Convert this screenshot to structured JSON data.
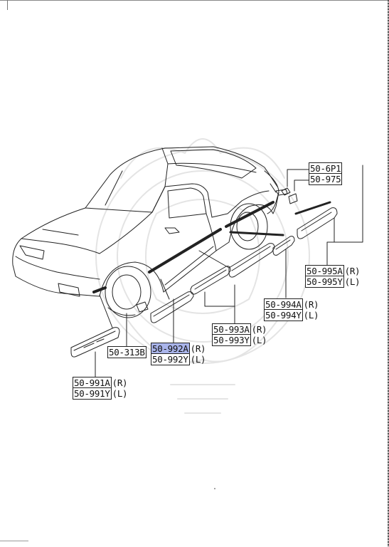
{
  "callouts": {
    "c6P1": {
      "code": "50-6P1"
    },
    "c975": {
      "code": "50-975"
    },
    "c995A": {
      "code": "50-995A",
      "side": "(R)"
    },
    "c995Y": {
      "code": "50-995Y",
      "side": "(L)"
    },
    "c994A": {
      "code": "50-994A",
      "side": "(R)"
    },
    "c994Y": {
      "code": "50-994Y",
      "side": "(L)"
    },
    "c993A": {
      "code": "50-993A",
      "side": "(R)"
    },
    "c993Y": {
      "code": "50-993Y",
      "side": "(L)"
    },
    "c992A": {
      "code": "50-992A",
      "side": "(R)"
    },
    "c992Y": {
      "code": "50-992Y",
      "side": "(L)"
    },
    "c313B": {
      "code": "50-313B"
    },
    "c991A": {
      "code": "50-991A",
      "side": "(R)"
    },
    "c991Y": {
      "code": "50-991Y",
      "side": "(L)"
    }
  },
  "highlight_color": "#a9b4ea",
  "highlighted_part": "50-992A"
}
